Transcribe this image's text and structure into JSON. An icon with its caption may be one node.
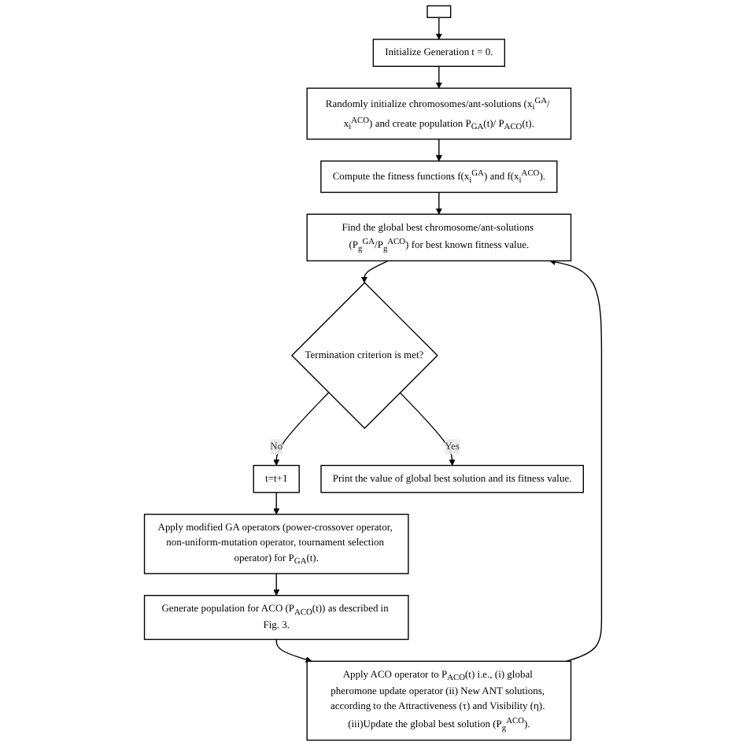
{
  "diagram": {
    "nodes": [
      {
        "text": [],
        "shape": "box"
      },
      {
        "text": [
          "Initialize Generation t = 0."
        ]
      },
      {
        "text": [
          "Randomly initialize chromosomes/ant-solutions (x$_{i}$$^{GA}$/ x$_{i}$$^{ACO}$) and create population P$_{GA}$(t)/ P$_{ACO}$(t)."
        ]
      },
      {
        "text": [
          "Compute the fitness functions f(x$_{i}$$^{GA}$) and f(x$_{i}$$^{ACO}$)."
        ]
      },
      {
        "text": [
          "Find the global best chromosome/ant-solutions (P$_{g}$$^{GA}$/P$_{g}$$^{ACO}$) for best known fitness value."
        ]
      },
      {
        "text": [
          "Apply ACO operator to P$_{ACO}$(t) i.e., (i) global pheromone update operator (ii) New ANT solutions, according to the Attractiveness (τ) and Visibility (η). (iii)Update the global best solution (P$_{g}$$^{ACO}$)."
        ]
      },
      {
        "text": [
          "Generate population for ACO (P$_{ACO}$(t)) as described in Fig. 3."
        ]
      },
      {
        "text": [
          "Apply modified GA operators (power-crossover operator, non-uniform-mutation operator, tournament selection operator) for P$_{GA}$(t)."
        ]
      },
      {
        "text": [
          "t=t+1"
        ]
      },
      {
        "text": [
          "Termination criterion is met?"
        ]
      },
      {
        "text": [
          "Print the value of global best solution and its fitness value."
        ]
      }
    ],
    "edges": [
      {
        "from": 0,
        "to": 1,
        "arrow": "to"
      },
      {
        "from": 1,
        "to": 2,
        "arrow": "to"
      },
      {
        "from": 2,
        "to": 3,
        "arrow": "to"
      },
      {
        "from": 3,
        "to": 4,
        "arrow": "to"
      },
      {
        "from": 4,
        "to": 9,
        "arrow": "to"
      },
      {
        "from": 9,
        "to": 8,
        "arrow": "to",
        "label": "No"
      },
      {
        "from": 8,
        "to": 7,
        "arrow": "to"
      },
      {
        "from": 7,
        "to": 6,
        "arrow": "to"
      },
      {
        "from": 6,
        "to": 5,
        "arrow": "to"
      },
      {
        "from": 5,
        "to": 4,
        "arrow": "to"
      },
      {
        "from": 9,
        "to": 10,
        "arrow": "to",
        "label": "Yes"
      }
    ]
  }
}
